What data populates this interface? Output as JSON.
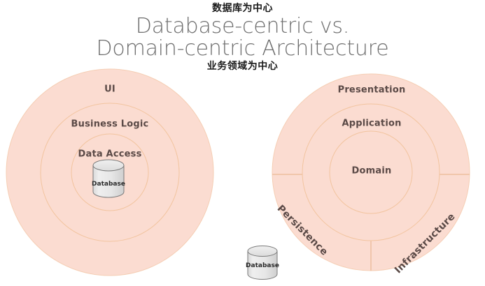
{
  "title": {
    "note_top": "数据库为中心",
    "note_bottom": "业务领域为中心",
    "line1": "Database-centric vs.",
    "line2": "Domain-centric Architecture"
  },
  "left_diagram": {
    "name": "database-centric-architecture",
    "rings": [
      {
        "id": "ui",
        "label": "UI"
      },
      {
        "id": "business-logic",
        "label": "Business Logic"
      },
      {
        "id": "data-access",
        "label": "Data Access"
      }
    ],
    "database": {
      "label": "Database"
    }
  },
  "right_diagram": {
    "name": "domain-centric-architecture",
    "rings": [
      {
        "id": "presentation",
        "label": "Presentation"
      },
      {
        "id": "application",
        "label": "Application"
      },
      {
        "id": "domain",
        "label": "Domain"
      }
    ],
    "outer_segments": [
      {
        "id": "persistence",
        "label": "Persistence"
      },
      {
        "id": "infrastructure",
        "label": "Infrastructure"
      }
    ]
  },
  "bottom_database": {
    "label": "Database"
  },
  "colors": {
    "ring_fill": "#fbdcd1",
    "ring_stroke": "#f2c49f",
    "label_text": "#5b4a47",
    "title_text": "#6e6e6e",
    "note_text": "#1a1a1a",
    "cylinder_fill": "#e3e3e3",
    "cylinder_stroke": "#6f6f6f",
    "background": "#ffffff"
  }
}
